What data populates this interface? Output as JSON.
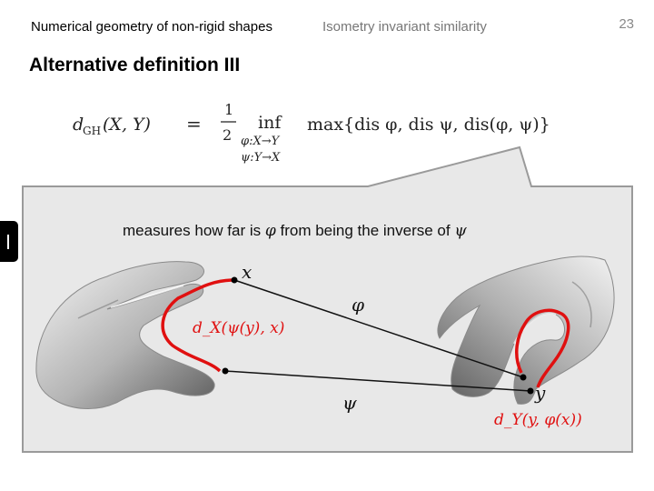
{
  "header": {
    "course": "Numerical geometry of non-rigid shapes",
    "topic": "Isometry invariant similarity",
    "page_number": "23"
  },
  "title": "Alternative definition III",
  "formula": {
    "lhs": "d",
    "lhs_sub": "GH",
    "args": "(X, Y)",
    "eq": "=",
    "frac_num": "1",
    "frac_den": "2",
    "inf": "inf",
    "under1": "φ:X→Y",
    "under2": "ψ:Y→X",
    "body": "max{dis φ, dis ψ, dis(φ, ψ)}"
  },
  "caption": {
    "before": "measures how far is",
    "phi": "φ",
    "middle": "from being the inverse of",
    "psi": "ψ"
  },
  "figure": {
    "point_x": "x",
    "point_y": "y",
    "map_phi": "φ",
    "map_psi": "ψ",
    "dist_left": "d_X(ψ(y), x)",
    "dist_right": "d_Y(y, φ(x))",
    "curve_color": "#e01010"
  }
}
